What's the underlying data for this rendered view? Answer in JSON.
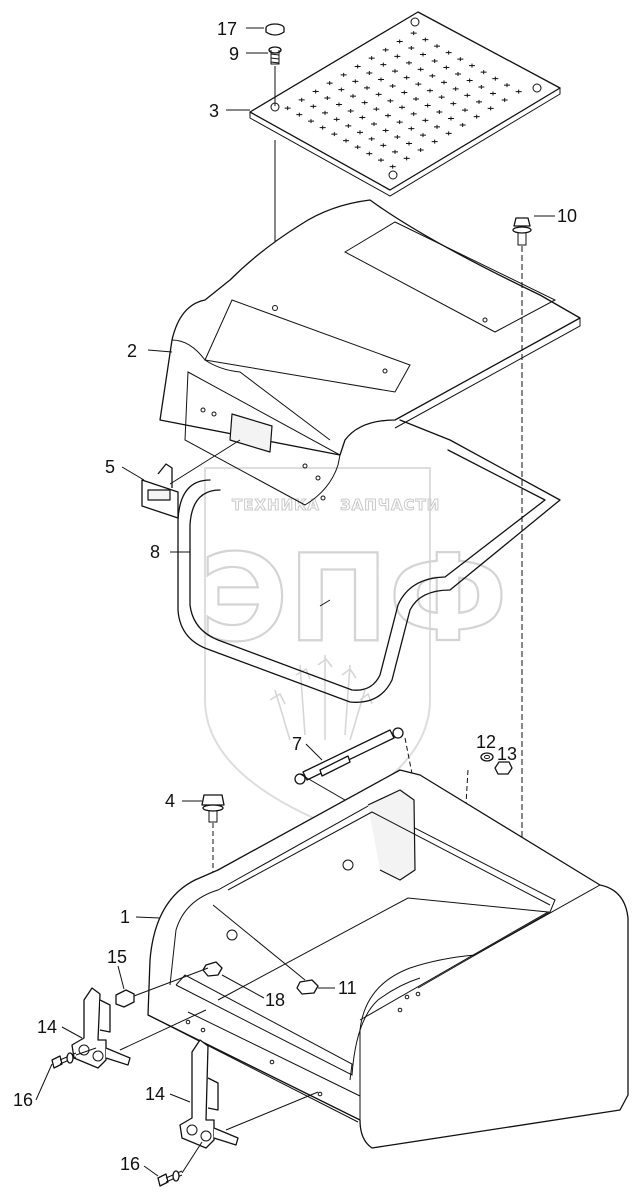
{
  "watermark": {
    "line1": "ТЕХНИКА",
    "line2": "ЗАПЧАСТИ",
    "logo": "ЭПФ"
  },
  "callouts": [
    {
      "id": "17",
      "text": "17"
    },
    {
      "id": "9",
      "text": "9"
    },
    {
      "id": "3",
      "text": "3"
    },
    {
      "id": "10",
      "text": "10"
    },
    {
      "id": "2",
      "text": "2"
    },
    {
      "id": "5",
      "text": "5"
    },
    {
      "id": "8",
      "text": "8"
    },
    {
      "id": "7",
      "text": "7"
    },
    {
      "id": "12",
      "text": "12"
    },
    {
      "id": "13",
      "text": "13"
    },
    {
      "id": "4",
      "text": "4"
    },
    {
      "id": "1",
      "text": "1"
    },
    {
      "id": "15",
      "text": "15"
    },
    {
      "id": "11",
      "text": "11"
    },
    {
      "id": "18",
      "text": "18"
    },
    {
      "id": "14a",
      "text": "14"
    },
    {
      "id": "14b",
      "text": "14"
    },
    {
      "id": "16a",
      "text": "16"
    },
    {
      "id": "16b",
      "text": "16"
    }
  ]
}
